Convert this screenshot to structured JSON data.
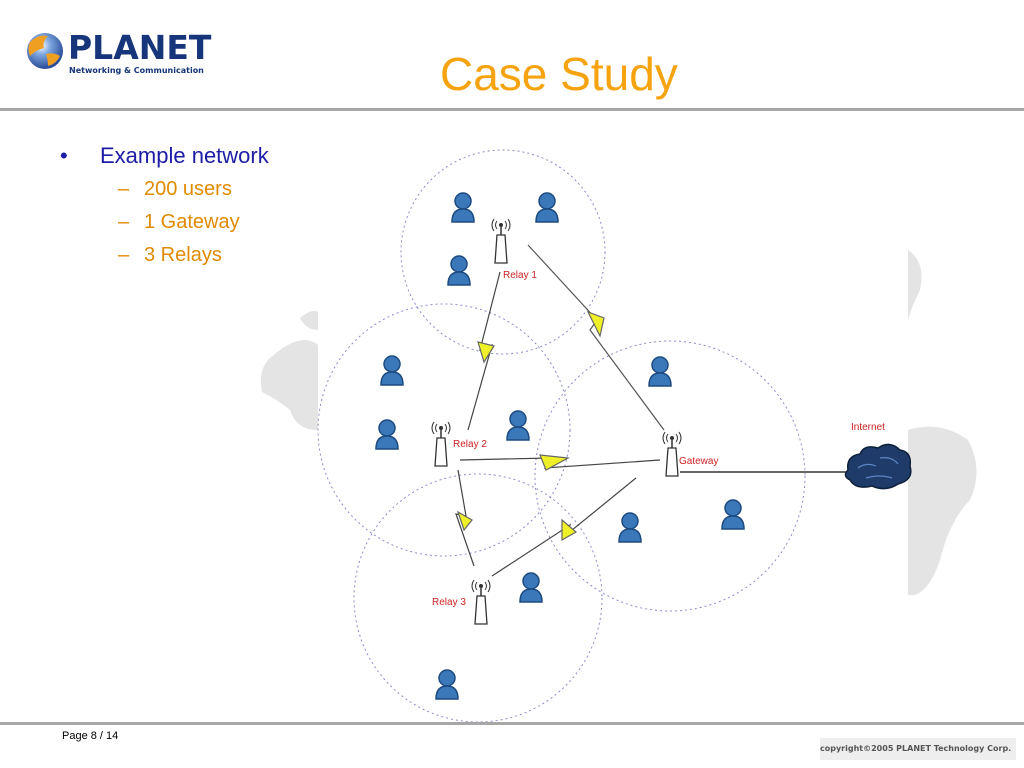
{
  "header": {
    "logo": {
      "brand": "PLANET",
      "tagline": "Networking & Communication"
    },
    "title": "Case Study"
  },
  "content": {
    "bullet": "Example network",
    "sub_items": [
      "200 users",
      "1 Gateway",
      "3 Relays"
    ]
  },
  "diagram": {
    "labels": {
      "relay1": "Relay 1",
      "relay2": "Relay 2",
      "relay3": "Relay 3",
      "gateway": "Gateway",
      "internet": "Internet"
    },
    "colors": {
      "user_fill": "#3b78b9",
      "circle_stroke": "#8c8cc8",
      "lightning": "#f0f028",
      "label_red": "#cc2222"
    }
  },
  "footer": {
    "page": "Page 8 / 14",
    "copyright": "copyright©2005 PLANET Technology Corp."
  }
}
